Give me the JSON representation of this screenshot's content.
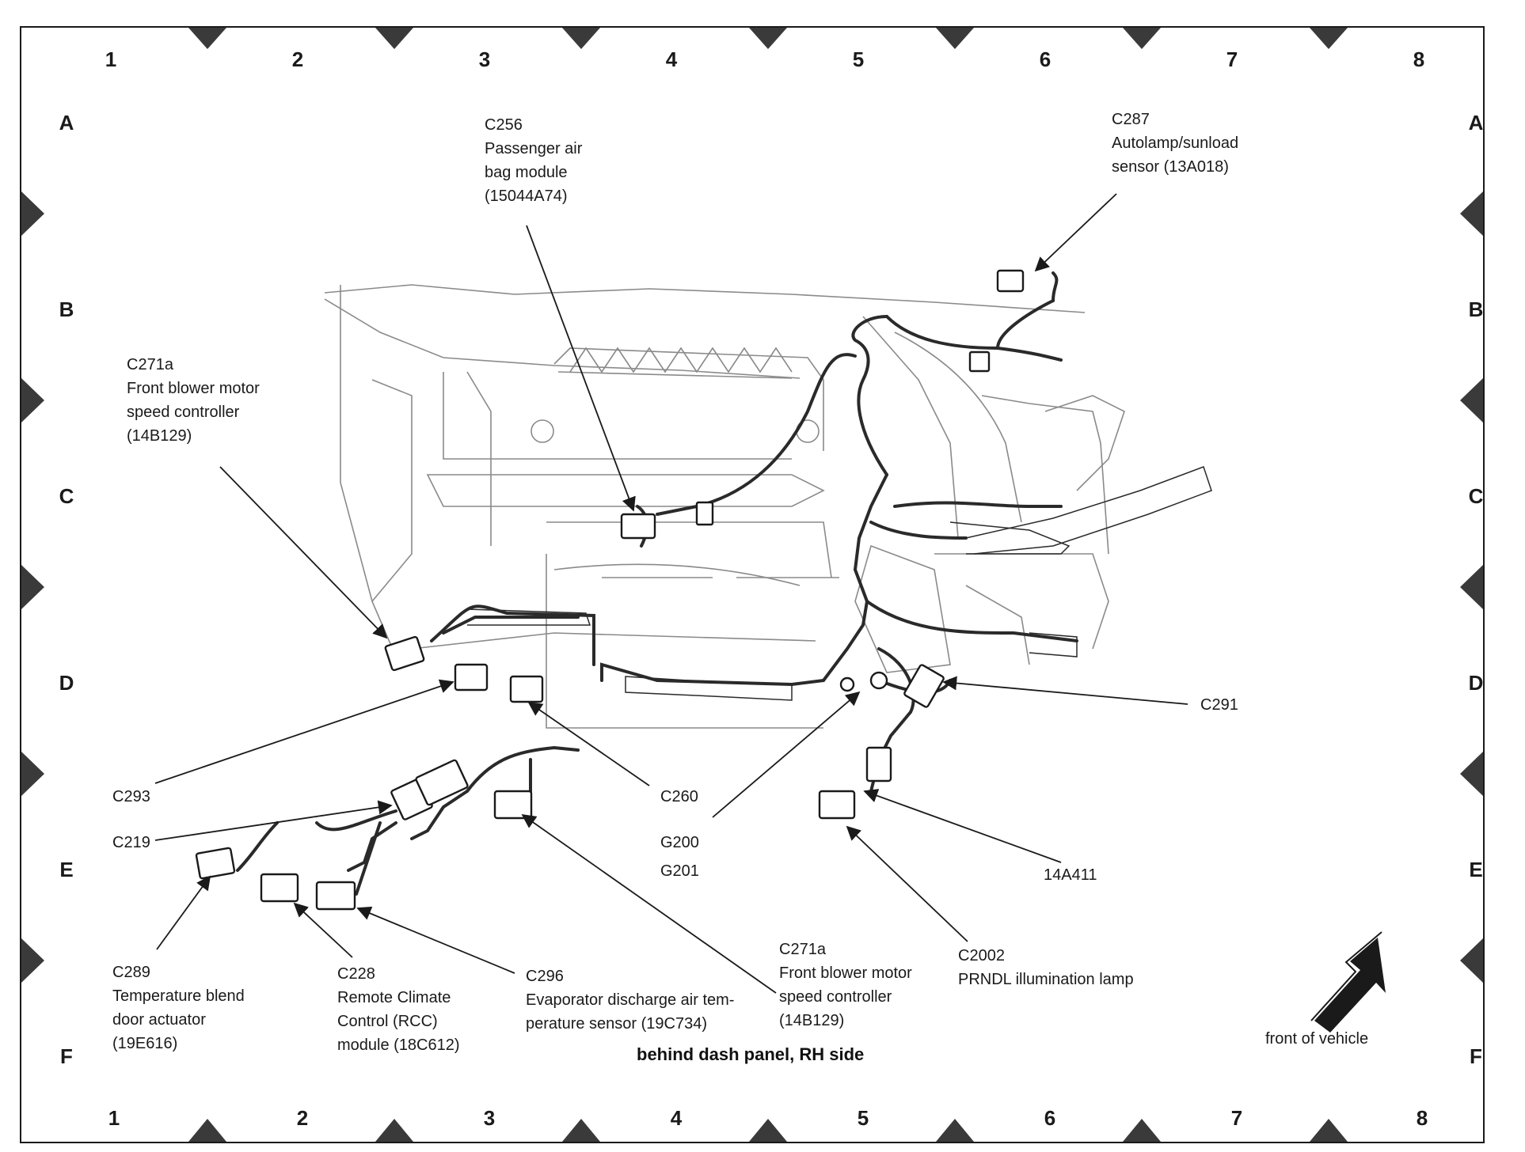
{
  "grid": {
    "columns": [
      "1",
      "2",
      "3",
      "4",
      "5",
      "6",
      "7",
      "8"
    ],
    "rows": [
      "A",
      "B",
      "C",
      "D",
      "E",
      "F"
    ]
  },
  "caption": "behind dash panel, RH side",
  "orientation_label": "front of vehicle",
  "callouts": {
    "c256": [
      "C256",
      "Passenger air",
      "bag module",
      "(15044A74)"
    ],
    "c287": [
      "C287",
      "Autolamp/sunload",
      "sensor (13A018)"
    ],
    "c271a_top": [
      "C271a",
      "Front blower motor",
      "speed controller",
      "(14B129)"
    ],
    "c291": [
      "C291"
    ],
    "c293": [
      "C293"
    ],
    "c260": [
      "C260"
    ],
    "c219": [
      "C219"
    ],
    "g200": [
      "G200"
    ],
    "g201": [
      "G201"
    ],
    "a14a411": [
      "14A411"
    ],
    "c289": [
      "C289",
      "Temperature blend",
      "door actuator",
      "(19E616)"
    ],
    "c228": [
      "C228",
      "Remote Climate",
      "Control (RCC)",
      "module (18C612)"
    ],
    "c296": [
      "C296",
      "Evaporator discharge air tem-",
      "perature sensor (19C734)"
    ],
    "c271a_bottom": [
      "C271a",
      "Front blower motor",
      "speed controller",
      "(14B129)"
    ],
    "c2002": [
      "C2002",
      "PRNDL illumination lamp"
    ]
  },
  "colors": {
    "ink": "#1a1a1a",
    "structure": "#8a8a8a",
    "harness": "#2a2a2a",
    "marker": "#3a3a3a"
  }
}
